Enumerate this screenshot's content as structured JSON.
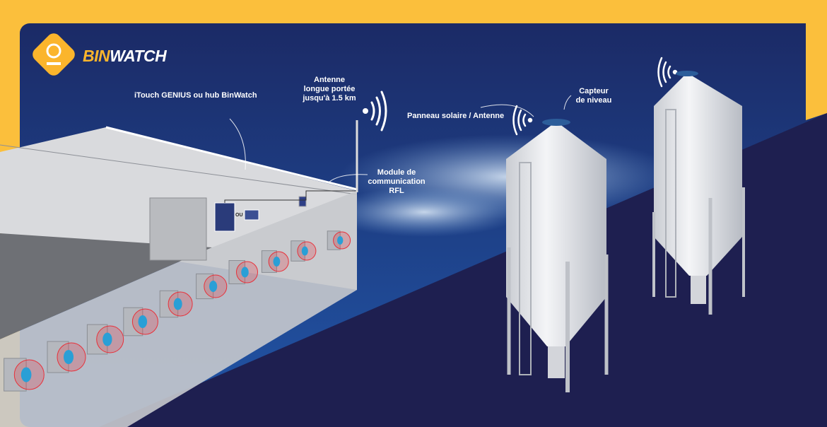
{
  "brand": {
    "name_part1": "BIN",
    "name_part2": "WATCH"
  },
  "labels": {
    "hub": "iTouch GENIUS ou hub BinWatch",
    "antenna": [
      "Antenne",
      "longue portée",
      "jusqu'à 1.5 km"
    ],
    "module": [
      "Module de",
      "communication",
      "RFL"
    ],
    "solar": "Panneau solaire / Antenne",
    "sensor": [
      "Capteur",
      "de niveau"
    ],
    "or_text": "OU"
  },
  "colors": {
    "frame": "#fbbf3c",
    "sky_top": "#1b2a66",
    "sky_bottom": "#1f4a9c",
    "ground": "#1e1f50",
    "fan_blade": "#e8313a",
    "fan_hub": "#2a9fd6"
  }
}
